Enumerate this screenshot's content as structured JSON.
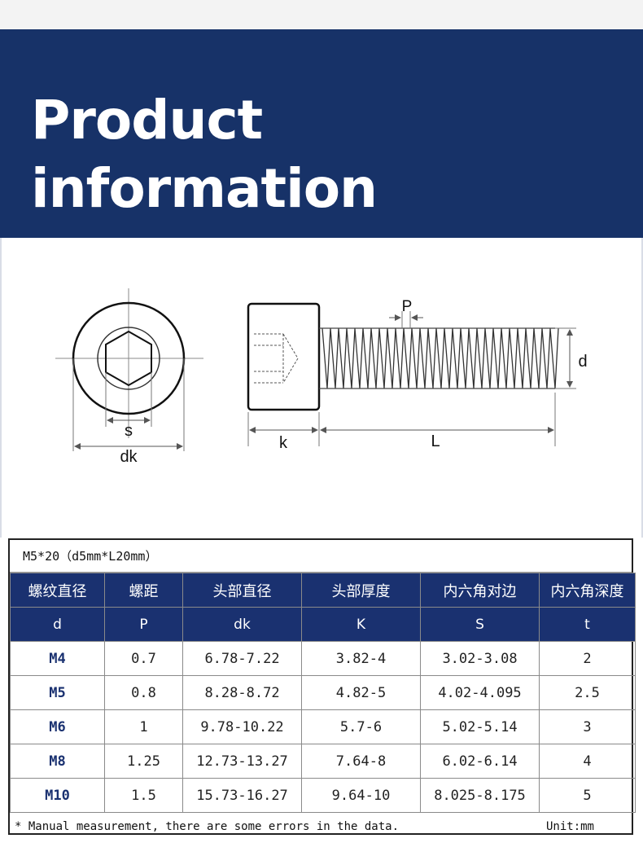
{
  "banner": {
    "title_line1": "Product",
    "title_line2": "information",
    "bg_color": "#173268"
  },
  "diagram": {
    "labels": {
      "s": "s",
      "dk": "dk",
      "p": "P",
      "d": "d",
      "k": "k",
      "l": "L"
    }
  },
  "table": {
    "caption": "M5*20（d5mm*L20mm）",
    "headers_cn": [
      "螺纹直径",
      "螺距",
      "头部直径",
      "头部厚度",
      "内六角对边",
      "内六角深度"
    ],
    "headers_sym": [
      "d",
      "P",
      "dk",
      "K",
      "S",
      "t"
    ],
    "rows": [
      [
        "M4",
        "0.7",
        "6.78-7.22",
        "3.82-4",
        "3.02-3.08",
        "2"
      ],
      [
        "M5",
        "0.8",
        "8.28-8.72",
        "4.82-5",
        "4.02-4.095",
        "2.5"
      ],
      [
        "M6",
        "1",
        "9.78-10.22",
        "5.7-6",
        "5.02-5.14",
        "3"
      ],
      [
        "M8",
        "1.25",
        "12.73-13.27",
        "7.64-8",
        "6.02-6.14",
        "4"
      ],
      [
        "M10",
        "1.5",
        "15.73-16.27",
        "9.64-10",
        "8.025-8.175",
        "5"
      ]
    ],
    "note": "* Manual measurement, there are some errors in the data.",
    "unit": "Unit:mm"
  }
}
